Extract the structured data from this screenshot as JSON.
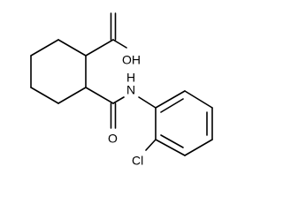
{
  "atom_labels": {
    "hydroxyl": "OH",
    "carbonyl_oxygen": "O",
    "amide_nitrogen": "N",
    "amide_hydrogen": "H",
    "chlorine": "Cl"
  }
}
